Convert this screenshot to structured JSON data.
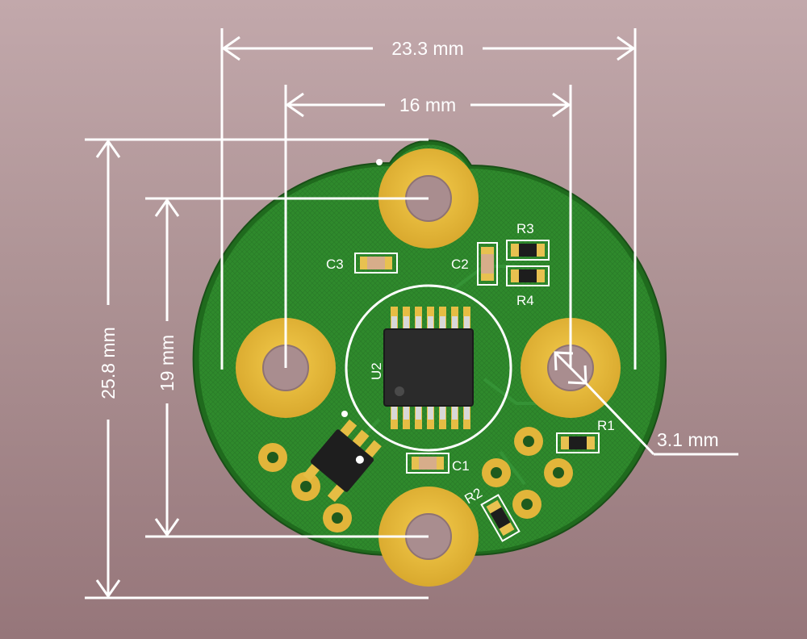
{
  "dimensions": {
    "width_outer": "23.3 mm",
    "width_inner": "16 mm",
    "height_outer": "25.8 mm",
    "height_inner": "19 mm",
    "hole": "3.1 mm"
  },
  "components": {
    "c1": "C1",
    "c2": "C2",
    "c3": "C3",
    "r1": "R1",
    "r2": "R2",
    "r3": "R3",
    "r4": "R4",
    "u2": "U2"
  },
  "colors": {
    "board": "#2f8a2c",
    "copper": "#e5b93c",
    "dimension": "#ffffff"
  }
}
